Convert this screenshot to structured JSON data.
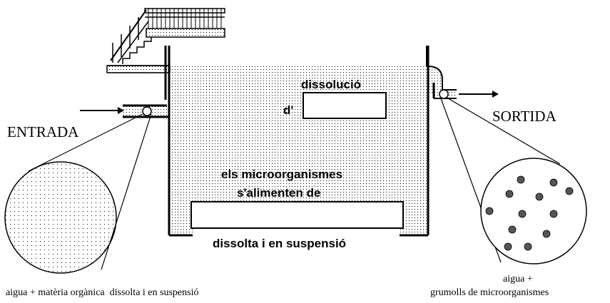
{
  "labels": {
    "entrada": "ENTRADA",
    "sortida": "SORTIDA",
    "dissolucio": "dissolució",
    "d_apos": "d'",
    "microorganismes_line1": "els microorganismes",
    "microorganismes_line2": "s'alimenten de",
    "dissolta": "dissolta i en suspensió",
    "left_caption": "aigua + matèria orgànica  dissolta i en suspensió",
    "right_caption_line1": "aigua +",
    "right_caption_line2": "grumolls de microorganismes"
  },
  "colors": {
    "stroke": "#000000",
    "background": "#ffffff",
    "water_dots": "#000000"
  },
  "icons": {
    "inflow_arrow": "arrow-right-icon",
    "outflow_arrow": "arrow-right-icon",
    "stairs": "stairs-icon"
  }
}
